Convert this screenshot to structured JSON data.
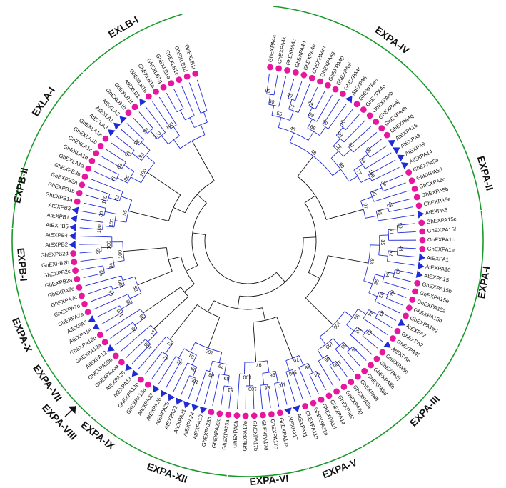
{
  "colors": {
    "gossypium_marker": "#e6169e",
    "arabidopsis_marker": "#1f2bd6",
    "subtree_branch": "#1f2bd6",
    "backbone_branch": "#111111",
    "clade_arc": "#1a9a2a"
  },
  "legend_markers": {
    "gossypium": "circle",
    "arabidopsis": "triangle"
  },
  "arrow_target": "EXPA-VIII",
  "leaves": [
    {
      "name": "GhEXPA4a",
      "s": "Gh",
      "clade": "EXPA-IV"
    },
    {
      "name": "GhEXPA4k",
      "s": "Gh",
      "clade": "EXPA-IV"
    },
    {
      "name": "GhEXPA4c",
      "s": "Gh",
      "clade": "EXPA-IV"
    },
    {
      "name": "GhEXPA4d",
      "s": "Gh",
      "clade": "EXPA-IV"
    },
    {
      "name": "GhEXPA4n",
      "s": "Gh",
      "clade": "EXPA-IV"
    },
    {
      "name": "GhEXPA4m",
      "s": "Gh",
      "clade": "EXPA-IV"
    },
    {
      "name": "GhEXPA4g",
      "s": "Gh",
      "clade": "EXPA-IV"
    },
    {
      "name": "GhEXPA4p",
      "s": "Gh",
      "clade": "EXPA-IV"
    },
    {
      "name": "GhEXPA4i",
      "s": "Gh",
      "clade": "EXPA-IV"
    },
    {
      "name": "GhEXPA4r",
      "s": "Gh",
      "clade": "EXPA-IV"
    },
    {
      "name": "AtEXPA6",
      "s": "At",
      "clade": "EXPA-IV"
    },
    {
      "name": "GhEXPA4e",
      "s": "Gh",
      "clade": "EXPA-IV"
    },
    {
      "name": "GhEXPA4o",
      "s": "Gh",
      "clade": "EXPA-IV"
    },
    {
      "name": "GhEXPA4b",
      "s": "Gh",
      "clade": "EXPA-IV"
    },
    {
      "name": "GhEXPA4j",
      "s": "Gh",
      "clade": "EXPA-IV"
    },
    {
      "name": "GhEXPA4h",
      "s": "Gh",
      "clade": "EXPA-IV"
    },
    {
      "name": "GhEXPA4q",
      "s": "Gh",
      "clade": "EXPA-IV"
    },
    {
      "name": "AtEXPA16",
      "s": "At",
      "clade": "EXPA-IV"
    },
    {
      "name": "AtEXPA3",
      "s": "At",
      "clade": "EXPA-IV"
    },
    {
      "name": "AtEXPA9",
      "s": "At",
      "clade": "EXPA-IV"
    },
    {
      "name": "AtEXPA14",
      "s": "At",
      "clade": "EXPA-IV"
    },
    {
      "name": "GhEXPA5a",
      "s": "Gh",
      "clade": "EXPA-II"
    },
    {
      "name": "GhEXPA5d",
      "s": "Gh",
      "clade": "EXPA-II"
    },
    {
      "name": "GhEXPA5c",
      "s": "Gh",
      "clade": "EXPA-II"
    },
    {
      "name": "GhEXPA5b",
      "s": "Gh",
      "clade": "EXPA-II"
    },
    {
      "name": "GhEXPA5e",
      "s": "Gh",
      "clade": "EXPA-II"
    },
    {
      "name": "AtEXPA5",
      "s": "At",
      "clade": "EXPA-II"
    },
    {
      "name": "GhEXPA15c",
      "s": "Gh",
      "clade": "EXPA-I"
    },
    {
      "name": "GhEXPA15f",
      "s": "Gh",
      "clade": "EXPA-I"
    },
    {
      "name": "GhEXPA1c",
      "s": "Gh",
      "clade": "EXPA-I"
    },
    {
      "name": "GhEXPA1e",
      "s": "Gh",
      "clade": "EXPA-I"
    },
    {
      "name": "AtEXPA1",
      "s": "At",
      "clade": "EXPA-I"
    },
    {
      "name": "AtEXPA10",
      "s": "At",
      "clade": "EXPA-I"
    },
    {
      "name": "AtEXPA15",
      "s": "At",
      "clade": "EXPA-I"
    },
    {
      "name": "GhEXPA15b",
      "s": "Gh",
      "clade": "EXPA-I"
    },
    {
      "name": "GhEXPA15e",
      "s": "Gh",
      "clade": "EXPA-I"
    },
    {
      "name": "GhEXPA15a",
      "s": "Gh",
      "clade": "EXPA-I"
    },
    {
      "name": "GhEXPA15d",
      "s": "Gh",
      "clade": "EXPA-I"
    },
    {
      "name": "GhEXPA15g",
      "s": "Gh",
      "clade": "EXPA-I"
    },
    {
      "name": "AtEXPA2",
      "s": "At",
      "clade": "EXPA-III"
    },
    {
      "name": "GhEXPA2",
      "s": "Gh",
      "clade": "EXPA-III"
    },
    {
      "name": "GhEXPA4f",
      "s": "Gh",
      "clade": "EXPA-III"
    },
    {
      "name": "AtEXPA8",
      "s": "At",
      "clade": "EXPA-III"
    },
    {
      "name": "GhEXPA8e",
      "s": "Gh",
      "clade": "EXPA-III"
    },
    {
      "name": "GhEXPA8j",
      "s": "Gh",
      "clade": "EXPA-III"
    },
    {
      "name": "GhEXPA8b",
      "s": "Gh",
      "clade": "EXPA-III"
    },
    {
      "name": "GhEXPA8d",
      "s": "Gh",
      "clade": "EXPA-III"
    },
    {
      "name": "GhEXPA8f",
      "s": "Gh",
      "clade": "EXPA-III"
    },
    {
      "name": "GhEXPA8a",
      "s": "Gh",
      "clade": "EXPA-III"
    },
    {
      "name": "GhEXPA8g",
      "s": "Gh",
      "clade": "EXPA-III"
    },
    {
      "name": "GhEXPA8c",
      "s": "Gh",
      "clade": "EXPA-III"
    },
    {
      "name": "GhEXPA1a",
      "s": "Gh",
      "clade": "EXPA-V"
    },
    {
      "name": "GhEXPA1d",
      "s": "Gh",
      "clade": "EXPA-V"
    },
    {
      "name": "GhEXPA11a",
      "s": "Gh",
      "clade": "EXPA-V"
    },
    {
      "name": "GhEXPA11b",
      "s": "Gh",
      "clade": "EXPA-V"
    },
    {
      "name": "AtEXPA11",
      "s": "At",
      "clade": "EXPA-V"
    },
    {
      "name": "AtEXPA17",
      "s": "At",
      "clade": "EXPA-VI"
    },
    {
      "name": "GhEXPA17a",
      "s": "Gh",
      "clade": "EXPA-VI"
    },
    {
      "name": "GhEXPA17c",
      "s": "Gh",
      "clade": "EXPA-VI"
    },
    {
      "name": "GhEXPA17d",
      "s": "Gh",
      "clade": "EXPA-VI"
    },
    {
      "name": "GhEXPA17b",
      "s": "Gh",
      "clade": "EXPA-VI"
    },
    {
      "name": "GhEXPA17e",
      "s": "Gh",
      "clade": "EXPA-VI"
    },
    {
      "name": "GhEXPA8h",
      "s": "Gh",
      "clade": "EXPA-VI"
    },
    {
      "name": "GhEXPA23a",
      "s": "Gh",
      "clade": "EXPA-XII"
    },
    {
      "name": "GhEXPA23c",
      "s": "Gh",
      "clade": "EXPA-XII"
    },
    {
      "name": "GhEXPA23b",
      "s": "Gh",
      "clade": "EXPA-XII"
    },
    {
      "name": "AtEXPA19",
      "s": "At",
      "clade": "EXPA-XII"
    },
    {
      "name": "AtEXPA24",
      "s": "At",
      "clade": "EXPA-XII"
    },
    {
      "name": "AtEXPA21",
      "s": "At",
      "clade": "EXPA-XII"
    },
    {
      "name": "AtEXPA22",
      "s": "At",
      "clade": "EXPA-XII"
    },
    {
      "name": "AtEXPA25",
      "s": "At",
      "clade": "EXPA-XII"
    },
    {
      "name": "AtEXPA26",
      "s": "At",
      "clade": "EXPA-XII"
    },
    {
      "name": "AtEXPA23",
      "s": "At",
      "clade": "EXPA-XII"
    },
    {
      "name": "GhEXPA13a",
      "s": "Gh",
      "clade": "EXPA-IX"
    },
    {
      "name": "GhEXPA13b",
      "s": "Gh",
      "clade": "EXPA-IX"
    },
    {
      "name": "AtEXPA13",
      "s": "At",
      "clade": "EXPA-IX"
    },
    {
      "name": "AtEXPA20",
      "s": "At",
      "clade": "EXPA-VIII"
    },
    {
      "name": "GhEXPA20a",
      "s": "Gh",
      "clade": "EXPA-VIII"
    },
    {
      "name": "GhEXPA20b",
      "s": "Gh",
      "clade": "EXPA-VIII"
    },
    {
      "name": "AtEXPA12",
      "s": "At",
      "clade": "EXPA-VII"
    },
    {
      "name": "GhEXPA12a",
      "s": "Gh",
      "clade": "EXPA-VII"
    },
    {
      "name": "GhEXPA12b",
      "s": "Gh",
      "clade": "EXPA-VII"
    },
    {
      "name": "AtEXPA18",
      "s": "At",
      "clade": "EXPA-X"
    },
    {
      "name": "AtEXPA7",
      "s": "At",
      "clade": "EXPA-X"
    },
    {
      "name": "GhEXPA7a",
      "s": "Gh",
      "clade": "EXPA-X"
    },
    {
      "name": "GhEXPA7d",
      "s": "Gh",
      "clade": "EXPA-X"
    },
    {
      "name": "GhEXPA7c",
      "s": "Gh",
      "clade": "EXPA-X"
    },
    {
      "name": "GhEXPA7e",
      "s": "Gh",
      "clade": "EXPA-X"
    },
    {
      "name": "GhEXPB2a",
      "s": "Gh",
      "clade": "EXPB-I"
    },
    {
      "name": "GhEXPB2c",
      "s": "Gh",
      "clade": "EXPB-I"
    },
    {
      "name": "GhEXPB2b",
      "s": "Gh",
      "clade": "EXPB-I"
    },
    {
      "name": "GhEXPB2d",
      "s": "Gh",
      "clade": "EXPB-I"
    },
    {
      "name": "AtEXPB2",
      "s": "At",
      "clade": "EXPB-I"
    },
    {
      "name": "AtEXPB4",
      "s": "At",
      "clade": "EXPB-I"
    },
    {
      "name": "AtEXPB5",
      "s": "At",
      "clade": "EXPB-II"
    },
    {
      "name": "AtEXPB1",
      "s": "At",
      "clade": "EXPB-II"
    },
    {
      "name": "AtEXPB3",
      "s": "At",
      "clade": "EXPB-II"
    },
    {
      "name": "GhEXPB1a",
      "s": "Gh",
      "clade": "EXPB-II"
    },
    {
      "name": "GhEXPB1b",
      "s": "Gh",
      "clade": "EXPB-II"
    },
    {
      "name": "GhEXPB3a",
      "s": "Gh",
      "clade": "EXPB-II"
    },
    {
      "name": "GhEXPB3b",
      "s": "Gh",
      "clade": "EXPB-II"
    },
    {
      "name": "GhEXLA1a",
      "s": "Gh",
      "clade": "EXLA-I"
    },
    {
      "name": "GhEXLA1d",
      "s": "Gh",
      "clade": "EXLA-I"
    },
    {
      "name": "GhEXLA1c",
      "s": "Gh",
      "clade": "EXLA-I"
    },
    {
      "name": "GhEXLA1b",
      "s": "Gh",
      "clade": "EXLA-I"
    },
    {
      "name": "GhEXLA1e",
      "s": "Gh",
      "clade": "EXLA-I"
    },
    {
      "name": "AtEXLA3",
      "s": "At",
      "clade": "EXLA-I"
    },
    {
      "name": "AtEXLA1",
      "s": "At",
      "clade": "EXLA-I"
    },
    {
      "name": "AtEXLA2",
      "s": "At",
      "clade": "EXLA-I"
    },
    {
      "name": "GhEXLB1h",
      "s": "Gh",
      "clade": "EXLB-I"
    },
    {
      "name": "GhEXLB1f",
      "s": "Gh",
      "clade": "EXLB-I"
    },
    {
      "name": "AtEXLB1",
      "s": "At",
      "clade": "EXLB-I"
    },
    {
      "name": "GhEXLB1b",
      "s": "Gh",
      "clade": "EXLB-I"
    },
    {
      "name": "GhEXLB1a",
      "s": "Gh",
      "clade": "EXLB-I"
    },
    {
      "name": "GhEXLB1g",
      "s": "Gh",
      "clade": "EXLB-I"
    },
    {
      "name": "GhEXLB1e",
      "s": "Gh",
      "clade": "EXLB-I"
    },
    {
      "name": "GhEXLB1c",
      "s": "Gh",
      "clade": "EXLB-I"
    },
    {
      "name": "GhEXLB1d",
      "s": "Gh",
      "clade": "EXLB-I"
    },
    {
      "name": "GhEXLB1j",
      "s": "Gh",
      "clade": "EXLB-I"
    }
  ],
  "clades": [
    {
      "label": "EXPA-IV",
      "first": 0,
      "last": 20
    },
    {
      "label": "EXPA-II",
      "first": 21,
      "last": 26
    },
    {
      "label": "EXPA-I",
      "first": 27,
      "last": 38
    },
    {
      "label": "EXPA-III",
      "first": 39,
      "last": 50
    },
    {
      "label": "EXPA-V",
      "first": 51,
      "last": 55
    },
    {
      "label": "EXPA-VI",
      "first": 56,
      "last": 62
    },
    {
      "label": "EXPA-XII",
      "first": 63,
      "last": 72
    },
    {
      "label": "EXPA-IX",
      "first": 73,
      "last": 75
    },
    {
      "label": "EXPA-VIII",
      "first": 76,
      "last": 78
    },
    {
      "label": "EXPA-VII",
      "first": 79,
      "last": 81
    },
    {
      "label": "EXPA-X",
      "first": 82,
      "last": 87
    },
    {
      "label": "EXPB-I",
      "first": 88,
      "last": 93
    },
    {
      "label": "EXPB-II",
      "first": 94,
      "last": 100
    },
    {
      "label": "EXLA-I",
      "first": 101,
      "last": 108
    },
    {
      "label": "EXLB-I",
      "first": 109,
      "last": 118
    }
  ],
  "bootstrap_values": [
    "99",
    "30",
    "29",
    "77",
    "55",
    "84",
    "59",
    "79",
    "89",
    "45",
    "52",
    "98",
    "67",
    "26",
    "96",
    "44",
    "100",
    "77",
    "90",
    "48",
    "36",
    "95",
    "46",
    "65",
    "97",
    "99",
    "71",
    "44",
    "52",
    "35",
    "33",
    "54",
    "86",
    "93",
    "98",
    "83",
    "89",
    "44",
    "82",
    "58",
    "83",
    "79",
    "86",
    "100",
    "65",
    "100",
    "100",
    "94",
    "98",
    "100",
    "76",
    "100",
    "88",
    "96",
    "100",
    "100",
    "97",
    "61",
    "89",
    "88",
    "79",
    "100",
    "99",
    "93",
    "61",
    "100",
    "47",
    "67",
    "100",
    "73",
    "79",
    "99",
    "100",
    "98",
    "64",
    "100",
    "88",
    "99",
    "84",
    "99",
    "100",
    "100",
    "100",
    "80",
    "100",
    "100",
    "52",
    "55",
    "98",
    "63",
    "96",
    "98",
    "58",
    "93",
    "100",
    "99",
    "100",
    "100"
  ]
}
